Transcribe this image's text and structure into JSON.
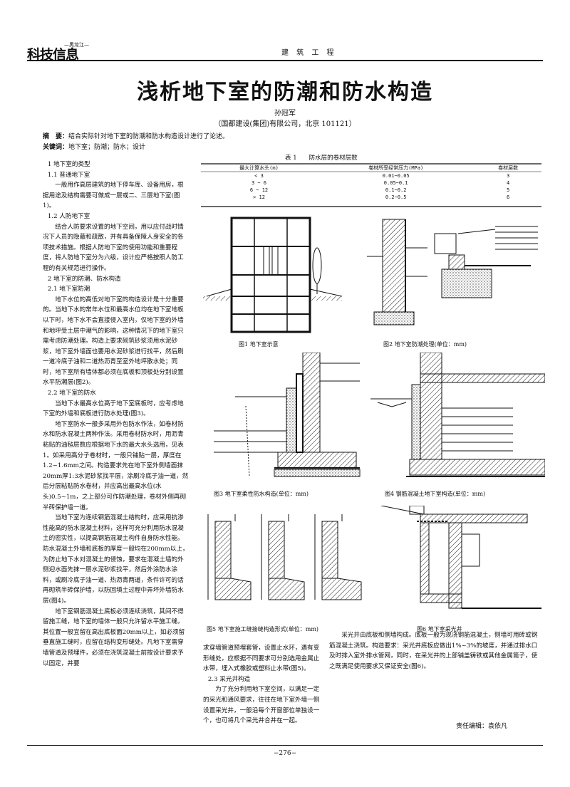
{
  "header": {
    "logo_main": "科技信息",
    "logo_small": "—黑龙江—",
    "section": "建 筑 工 程"
  },
  "title": "浅析地下室的防潮和防水构造",
  "author": "孙冠军",
  "affiliation": "（国都建设(集团)有限公司，北京 101121）",
  "abstract_label": "摘　要：",
  "abstract": "结合实际针对地下室的防潮和防水构造设计进行了论述。",
  "keywords_label": "关键词：",
  "keywords": "地下室；防潮；防水；设计",
  "left_column": [
    {
      "type": "h",
      "text": "1 地下室的类型"
    },
    {
      "type": "h",
      "text": "1.1 普通地下室"
    },
    {
      "type": "p",
      "text": "一般用作高层建筑的地下停车库、设备用房，根据用途及结构需要可做成一层或二、三层地下室(图1)。"
    },
    {
      "type": "h",
      "text": "1.2 人防地下室"
    },
    {
      "type": "p",
      "text": "结合人防要求设置的地下空间，用以应付战时情况下人员的隐蔽和疏散，并有具备保障人身安全的各项技术措施。根据人防地下室的使用功能和重要程度，将人防地下室分为六级，设计应严格按照人防工程的有关规范进行操作。"
    },
    {
      "type": "h",
      "text": "2 地下室的防潮、防水构造"
    },
    {
      "type": "h",
      "text": "2.1 地下室防潮"
    },
    {
      "type": "p",
      "text": "地下水位的高低对地下室的构造设计是十分重要的。当地下水的常年水位和最高水位均在地下室地板以下时，地下水不会直接侵入室内，仅地下室的外墙和地坪受土层中潮气的影响，这种情况下的地下室只需考虑防潮处理。构造上要求砌筑砂浆须用水泥砂浆，地下室外墙面也要用水泥砂浆进行找平，然后刷一道冷底子油和二道热沥青至室外地坪散水处；同时，地下室所有墙体都必须在底板和顶板处分别设置水平防潮层(图2)。"
    },
    {
      "type": "h",
      "text": "2.2 地下室的防水"
    },
    {
      "type": "p",
      "text": "当地下水最高水位高于地下室底板时，应考虑地下室的外墙和底板进行防水处理(图3)。"
    },
    {
      "type": "p",
      "text": "地下室防水一般多采用外包防水作法，如卷材防水和防水混凝土两种作法。采用卷材防水时，用沥青粘贴的油毡层数应根据地下水的最大水头选用，见表1。如采用高分子卷材时，一般只铺贴一层，厚度在1.2~1.6mm之间。构造要求先在地下室外侧墙面抹20mm厚1:3水泥砂浆找平层，涂刷冷底子油一道，然后分层粘贴防水卷材，并应高出最高水位(水头)0.5~1m，之上部分可作防潮处理，卷材外侧再砌半砖保护墙一道。"
    },
    {
      "type": "p",
      "text": "当地下室为连续钢筋混凝土结构时，应采用抗渗性能高的防水混凝土材料，这样可充分利用防水混凝土的密实性，以提高钢筋混凝土构件自身防水性能。防水混凝土外墙和底板的厚度一般均在200mm以上，为防止地下水对混凝土的侵蚀，要求在混凝土墙的外侧迎水面先抹一层水泥砂浆找平，然后外涂防水涂料，或刷冷底子油一道、热沥青两道，条件许可的话再砌筑半砖保护墙，以防回填土过程中弄坏外墙防水层(图4)。"
    },
    {
      "type": "p",
      "text": "地下室钢筋混凝土底板必须连续浇筑，其间不得留施工缝，地下室的墙体一般只允许留水平施工缝。其位置一般宜留在高出底板面20mm以上，如必须留垂直施工缝时，应留在结构变形缝处。凡地下室需穿墙管道及预埋件，必须在浇筑混凝土前按设计要求予以固定，并要"
    }
  ],
  "table1": {
    "caption": "表 1　　防水层的卷材层数",
    "headers": [
      "最大计算水头(m)",
      "卷材所受经常压力(MPa)",
      "卷材层数"
    ],
    "rows": [
      [
        "< 3",
        "0.01~0.05",
        "3"
      ],
      [
        "3 ~ 6",
        "0.05~0.1",
        "4"
      ],
      [
        "6 ~ 12",
        "0.1~0.2",
        "5"
      ],
      [
        "> 12",
        "0.2~0.5",
        "6"
      ]
    ]
  },
  "figures": {
    "fig1": "图1  地下室示意",
    "fig2": "图2  地下室防潮处理(单位：mm)",
    "fig3": "图3  地下室柔性防水构造(单位：mm)",
    "fig4": "图4  钢筋混凝土地下室构造(单位：mm)",
    "fig5": "图5  地下室施工缝接缝构造形式(单位：mm)",
    "fig6": "图6  地下室采光井"
  },
  "mid_column": [
    {
      "type": "p0",
      "text": "求穿墙管道预埋套管，设置止水环，遇有变形缝处，应根据不同要求可分别选用金属止水带，埋入式橡胶或塑料止水带(图5)。"
    },
    {
      "type": "h",
      "text": "2.3 采光井构造"
    },
    {
      "type": "p",
      "text": "为了充分利用地下室空间，以满足一定的采光和通风要求，往往在地下室外墙一侧设置采光井，一般沿每个开窗部位单独设一个，也可将几个采光井合并在一起。"
    }
  ],
  "right_column": [
    {
      "type": "p",
      "text": "采光井由底板和侧墙构成。底板一般为现浇钢筋混凝土，侧墙可用砖或钢筋混凝土浇筑。构造要求：采光井底板应做出1%~3%的坡度，并通过排水口及时排入室外排水管网，同时，在采光井的上部铺盖铸铁或其他金属篦子，使之既满足使用要求又保证安全(图6)。"
    }
  ],
  "editor": "责任编辑：袁依凡",
  "page_number": "−276−"
}
